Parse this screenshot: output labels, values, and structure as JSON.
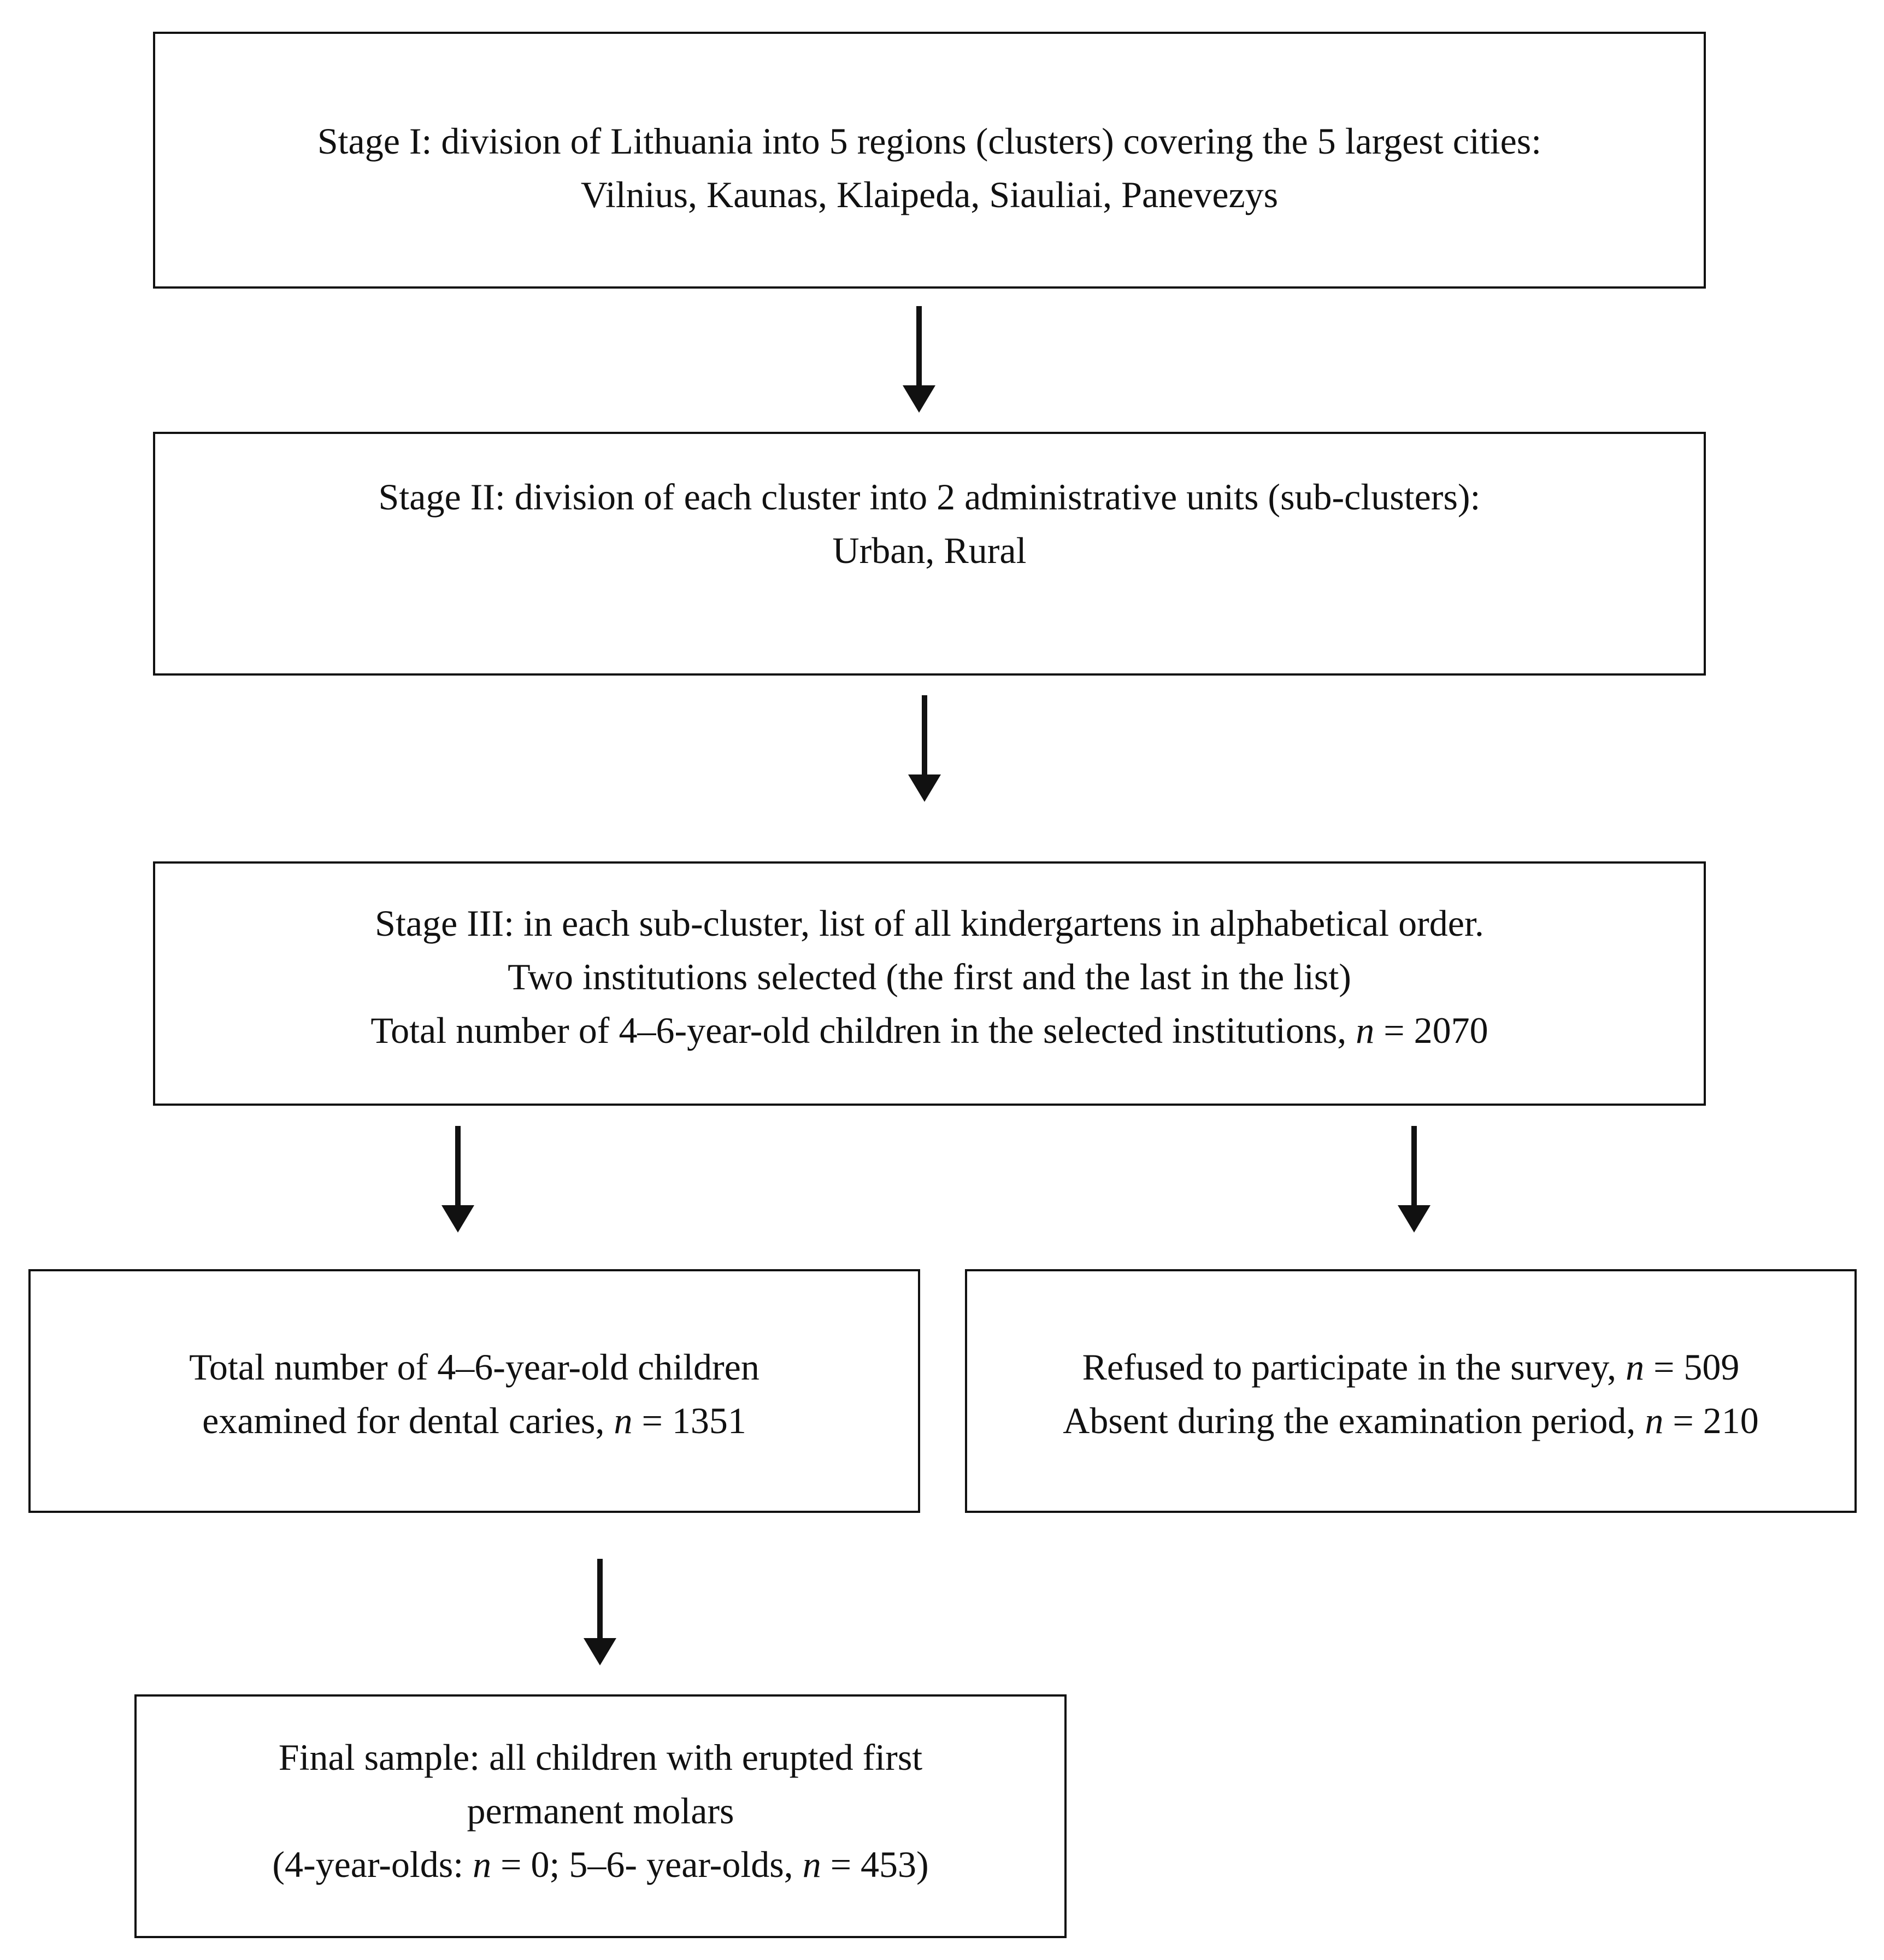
{
  "stage1": {
    "line1": "Stage I: division of Lithuania into 5 regions (clusters) covering the 5 largest cities:",
    "line2": "Vilnius, Kaunas, Klaipeda, Siauliai, Panevezys"
  },
  "stage2": {
    "line1": "Stage II: division of each cluster into 2 administrative units (sub-clusters):",
    "line2": "Urban,  Rural"
  },
  "stage3": {
    "line1": "Stage III: in each sub-cluster, list of all kindergartens in alphabetical order.",
    "line2": "Two institutions selected (the first and the last in the list)",
    "line3_text": "Total number of  4–6-year-old children in the selected institutions, ",
    "line3_n": "n",
    "line3_value": " = 2070"
  },
  "examined": {
    "line1": "Total number of 4–6-year-old children",
    "line2_text": "examined for dental caries, ",
    "line2_n": "n",
    "line2_value": " = 1351"
  },
  "excluded": {
    "line1_text": "Refused to participate in the survey, ",
    "line1_n": "n",
    "line1_value": " = 509",
    "line2_text": "Absent during the examination period, ",
    "line2_n": "n",
    "line2_value": " = 210"
  },
  "final": {
    "line1": "Final sample: all children with erupted  first",
    "line2": "permanent molars",
    "line3_a": "(4-year-olds: ",
    "line3_n1": "n",
    "line3_b": " = 0; 5–6- year-olds, ",
    "line3_n2": "n",
    "line3_c": " = 453)"
  }
}
